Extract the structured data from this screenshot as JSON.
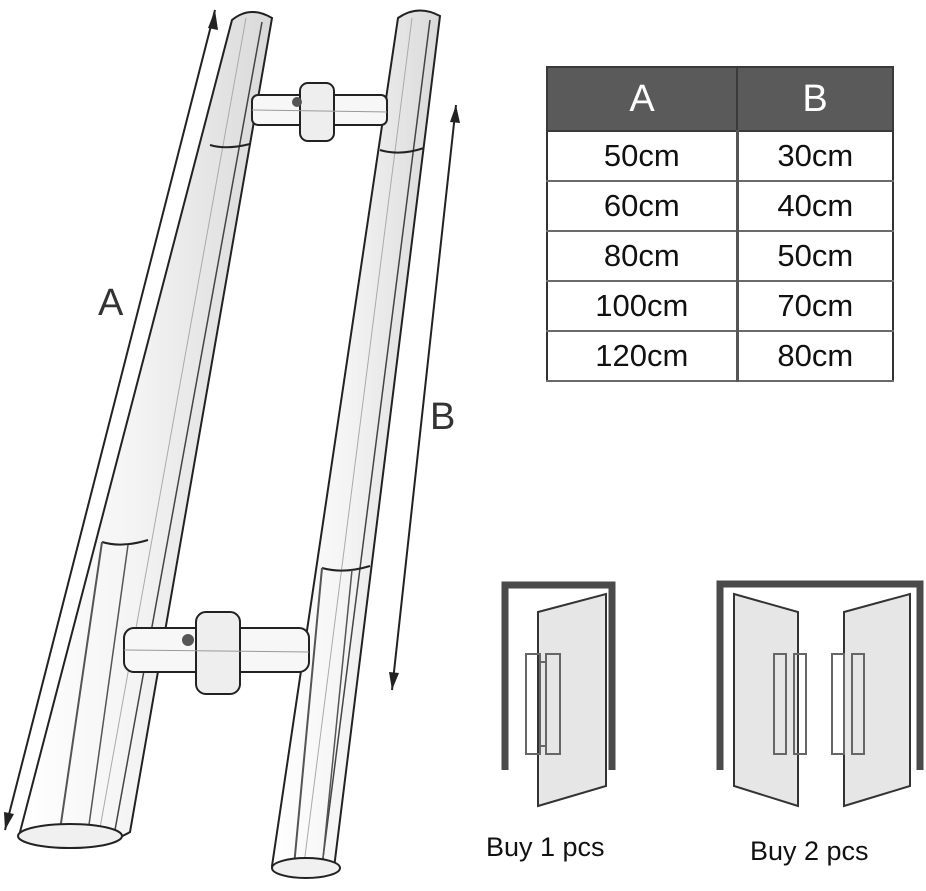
{
  "dimension_labels": {
    "a": "A",
    "b": "B"
  },
  "size_table": {
    "headers": [
      "A",
      "B"
    ],
    "rows": [
      [
        "50cm",
        "30cm"
      ],
      [
        "60cm",
        "40cm"
      ],
      [
        "80cm",
        "50cm"
      ],
      [
        "100cm",
        "70cm"
      ],
      [
        "120cm",
        "80cm"
      ]
    ]
  },
  "options": [
    {
      "caption": "Buy 1 pcs"
    },
    {
      "caption": "Buy 2 pcs"
    }
  ],
  "colors": {
    "header_bg": "#5a5a5a",
    "frame": "#4a4a4a",
    "glass": "#e6e6e6"
  }
}
